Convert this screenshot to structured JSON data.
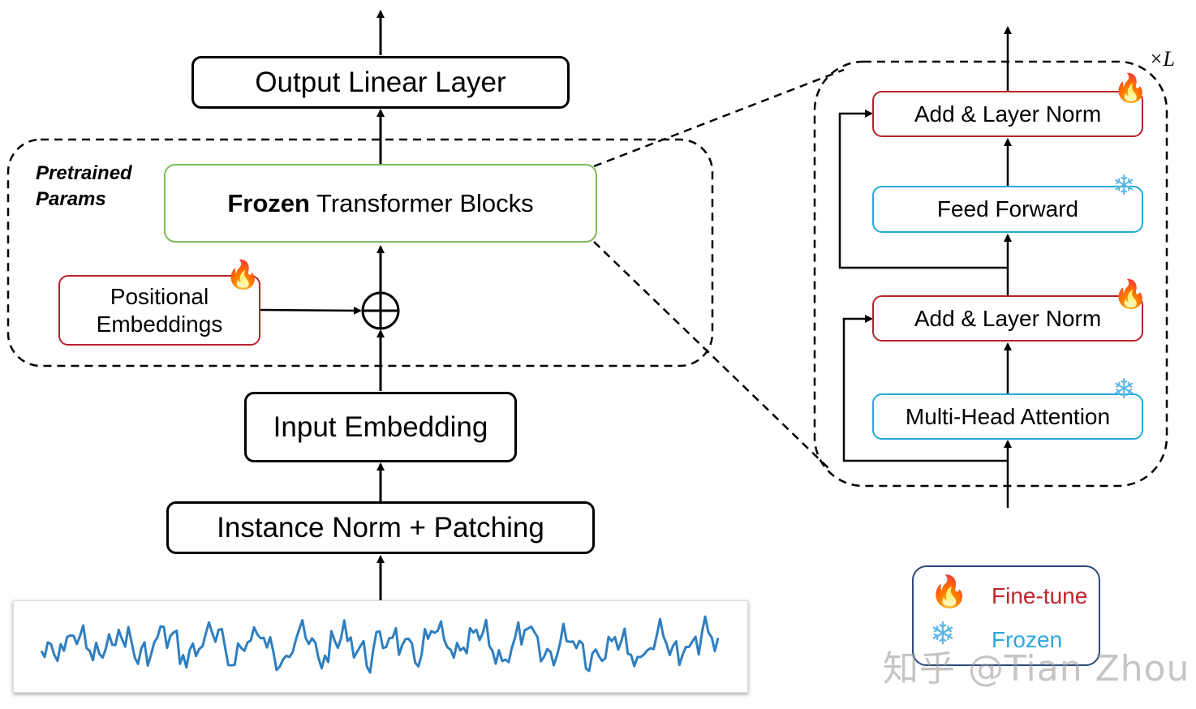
{
  "diagram": {
    "output_layer": "Output Linear Layer",
    "pretrained_label_line1": "Pretrained",
    "pretrained_label_line2": "Params",
    "frozen_bold": "Frozen",
    "frozen_rest": " Transformer Blocks",
    "positional_line1": "Positional",
    "positional_line2": "Embeddings",
    "input_embedding": "Input Embedding",
    "instance_norm": "Instance Norm + Patching",
    "repeat_label": "×L",
    "block": {
      "add_norm_top": "Add & Layer Norm",
      "feed_forward": "Feed Forward",
      "add_norm_bottom": "Add & Layer Norm",
      "attention": "Multi-Head Attention"
    }
  },
  "legend": {
    "fine_tune": "Fine-tune",
    "frozen": "Frozen"
  },
  "watermark": "知乎 @Tian Zhou",
  "icons": {
    "trainable": "fire-icon",
    "frozen": "snowflake-icon"
  },
  "colors": {
    "trainable_border": "#b8222a",
    "frozen_border": "#22a9d8",
    "transformer_border": "#7cb95b",
    "series_line": "#2f7fc0",
    "fine_tune_text": "#c0272d",
    "frozen_text": "#2aa9e0"
  }
}
